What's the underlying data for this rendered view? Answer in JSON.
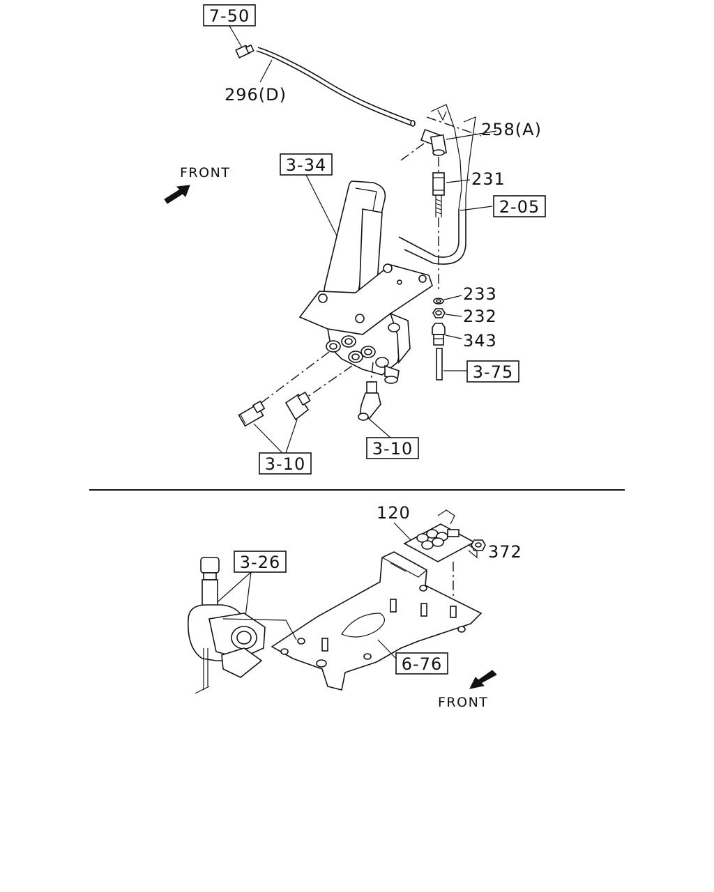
{
  "labels": {
    "ref_7_50": "7-50",
    "part_296D": "296(D)",
    "part_258A": "258(A)",
    "part_231": "231",
    "ref_2_05": "2-05",
    "ref_3_34": "3-34",
    "front_top": "FRONT",
    "part_233": "233",
    "part_232": "232",
    "part_343": "343",
    "ref_3_75": "3-75",
    "ref_3_10_right": "3-10",
    "ref_3_10_left": "3-10",
    "part_120": "120",
    "part_372": "372",
    "ref_3_26": "3-26",
    "ref_6_76": "6-76",
    "front_bottom": "FRONT"
  },
  "icons": {
    "front_arrow_top": "arrow-northeast-icon",
    "front_arrow_bottom": "arrow-southwest-icon"
  }
}
